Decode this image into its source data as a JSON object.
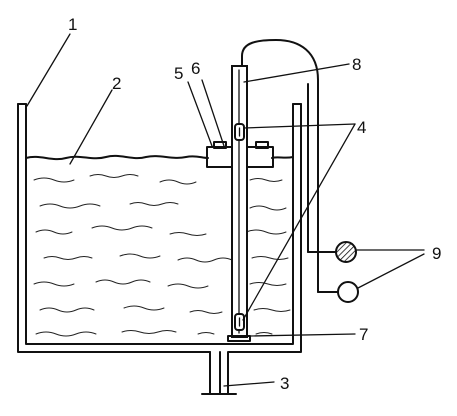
{
  "diagram": {
    "callouts": [
      {
        "id": "c1",
        "text": "1"
      },
      {
        "id": "c2",
        "text": "2"
      },
      {
        "id": "c3",
        "text": "3"
      },
      {
        "id": "c4",
        "text": "4"
      },
      {
        "id": "c5",
        "text": "5"
      },
      {
        "id": "c6",
        "text": "6"
      },
      {
        "id": "c7",
        "text": "7"
      },
      {
        "id": "c8",
        "text": "8"
      },
      {
        "id": "c9",
        "text": "9"
      }
    ],
    "colors": {
      "ink": "#111111",
      "background": "#ffffff"
    }
  }
}
